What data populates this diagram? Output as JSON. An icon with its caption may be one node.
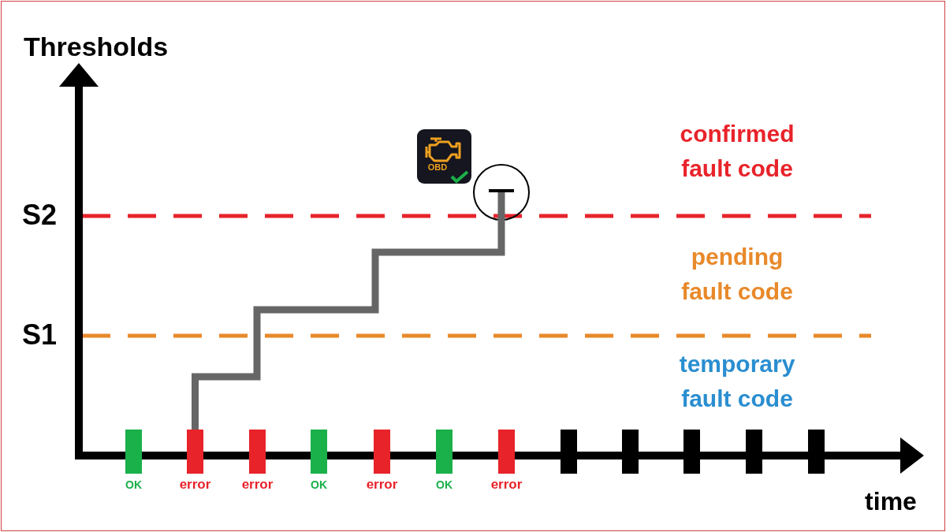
{
  "diagram": {
    "nodes": [
      {
        "text": [
          "OK"
        ]
      },
      {
        "text": [
          "error"
        ]
      },
      {
        "text": [
          "error"
        ]
      },
      {
        "text": [
          "OK"
        ]
      },
      {
        "text": [
          "error"
        ]
      },
      {
        "text": [
          "OK"
        ]
      },
      {
        "text": [
          "error"
        ]
      },
      {
        "text": [],
        "shape": "bar"
      },
      {
        "text": [],
        "shape": "bar"
      },
      {
        "text": [],
        "shape": "bar"
      },
      {
        "text": [],
        "shape": "bar"
      },
      {
        "text": [],
        "shape": "bar"
      },
      {
        "text": [],
        "shape": "circle"
      }
    ],
    "edges": [
      {
        "from": 1,
        "to": 12,
        "arrow": "other"
      }
    ],
    "labels": [
      "Thresholds",
      "confirmed fault code",
      "S2",
      "pending fault code",
      "S1",
      "temporary fault code",
      "OBD",
      "time"
    ]
  }
}
